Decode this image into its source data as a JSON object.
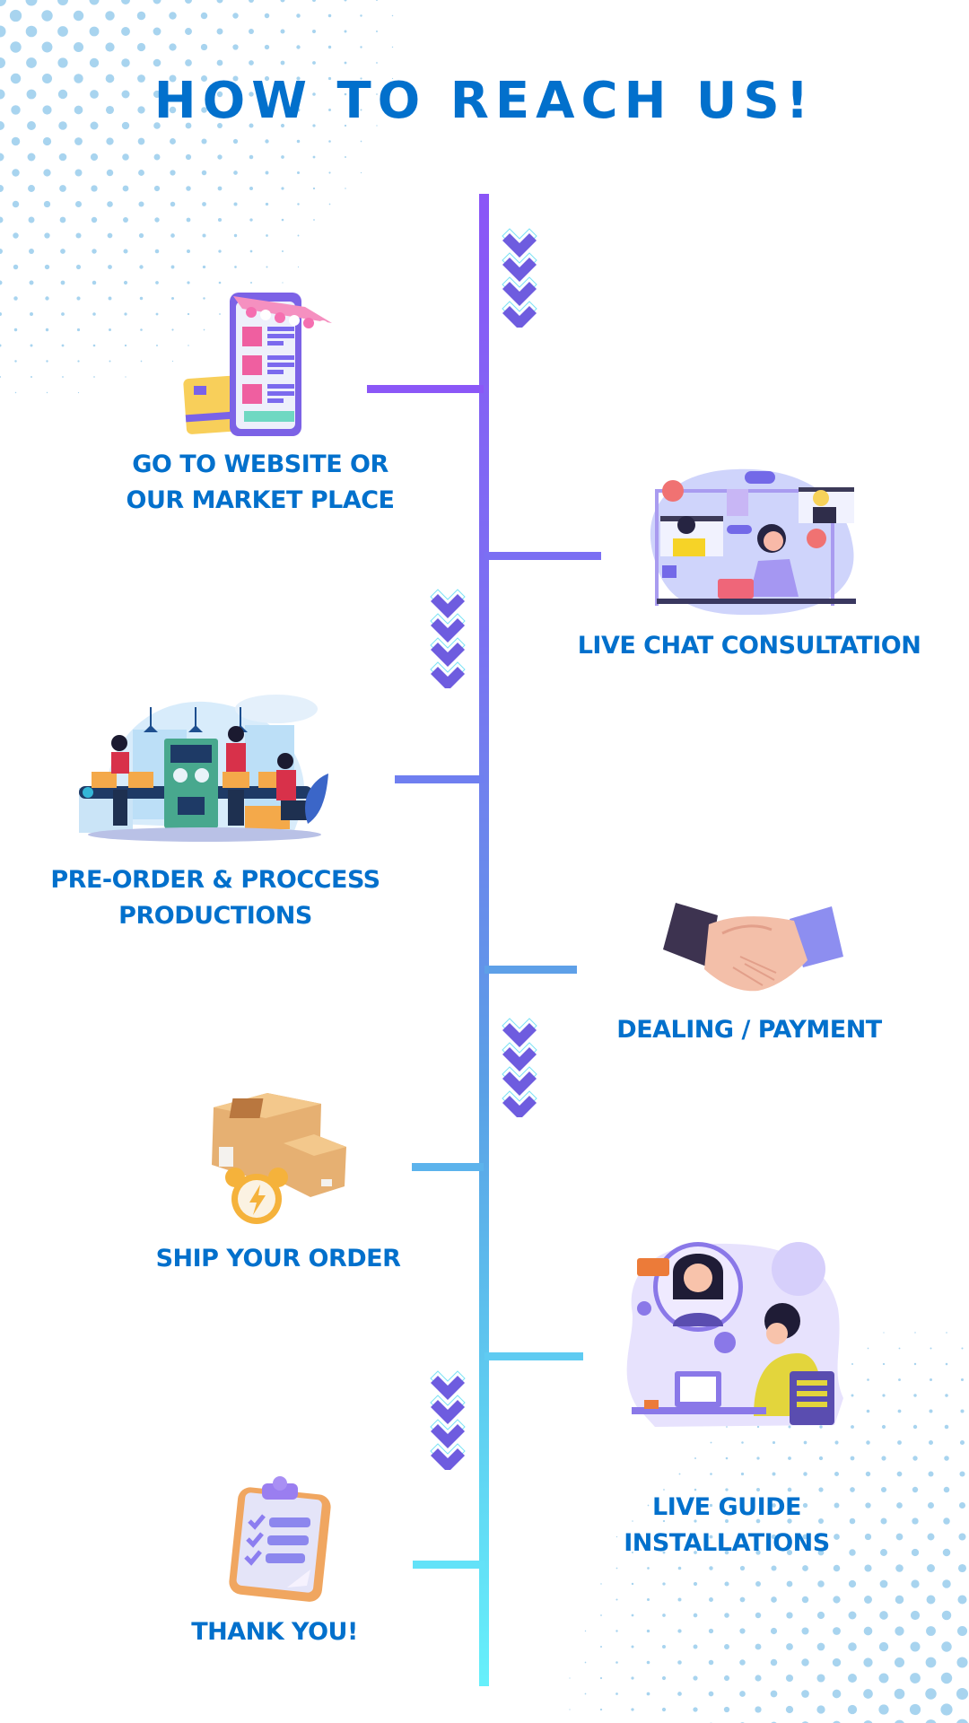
{
  "header": {
    "title": "HOW TO REACH US!"
  },
  "colors": {
    "title": "#0270cc",
    "spine_top": "#8b55f7",
    "spine_bottom": "#66f0fb",
    "chevron": "#6e5cdf",
    "chevron_outline": "#7de3f5",
    "dots": "#a8d4ef"
  },
  "steps": [
    {
      "label_line1": "GO TO WEBSITE OR",
      "label_line2": "OUR MARKET PLACE",
      "icon": "online-store-icon"
    },
    {
      "label_line1": "LIVE CHAT CONSULTATION",
      "icon": "video-chat-icon"
    },
    {
      "label_line1": "PRE-ORDER & PROCCESS",
      "label_line2": "PRODUCTIONS",
      "icon": "factory-conveyor-icon"
    },
    {
      "label_line1": "DEALING / PAYMENT",
      "icon": "handshake-icon"
    },
    {
      "label_line1": "SHIP YOUR ORDER",
      "icon": "package-clock-icon"
    },
    {
      "label_line1": "LIVE GUIDE",
      "label_line2": "INSTALLATIONS",
      "icon": "customer-support-icon"
    },
    {
      "label_line1": "THANK YOU!",
      "icon": "clipboard-checklist-icon"
    }
  ],
  "chevron_groups": {
    "count_per_group": 4,
    "icon": "chevron-down-icon"
  }
}
